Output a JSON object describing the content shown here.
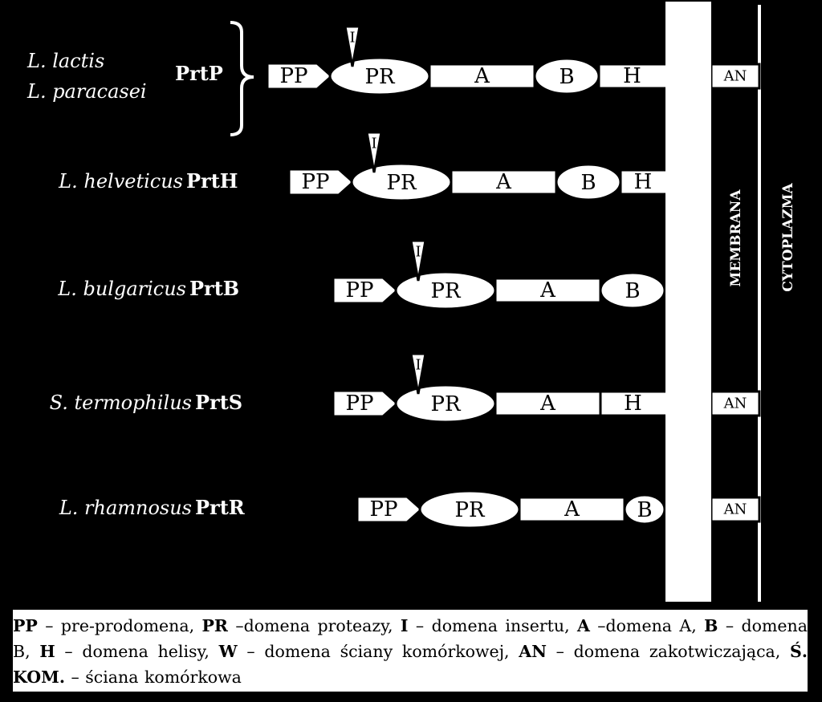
{
  "labels": {
    "membrane": "MEMBRANA",
    "cytoplasm": "CYTOPLAZMA",
    "insert": "I"
  },
  "proteins": [
    {
      "organisms": [
        "L. lactis",
        "L. paracasei"
      ],
      "protein": "PrtP",
      "domains": [
        "PP",
        "PR",
        "A",
        "B",
        "H"
      ],
      "insert": true,
      "anchor": "AN"
    },
    {
      "organisms": [
        "L. helveticus"
      ],
      "protein": "PrtH",
      "domains": [
        "PP",
        "PR",
        "A",
        "B",
        "H"
      ],
      "insert": true,
      "anchor": ""
    },
    {
      "organisms": [
        "L. bulgaricus"
      ],
      "protein": "PrtB",
      "domains": [
        "PP",
        "PR",
        "A",
        "B"
      ],
      "insert": true,
      "anchor": ""
    },
    {
      "organisms": [
        "S. termophilus"
      ],
      "protein": "PrtS",
      "domains": [
        "PP",
        "PR",
        "A",
        "H"
      ],
      "insert": true,
      "anchor": "AN"
    },
    {
      "organisms": [
        "L. rhamnosus"
      ],
      "protein": "PrtR",
      "domains": [
        "PP",
        "PR",
        "A",
        "B"
      ],
      "insert": false,
      "anchor": "AN"
    }
  ],
  "legend": [
    {
      "term": "PP",
      "desc": " – pre-prodomena, "
    },
    {
      "term": "PR",
      "desc": " –domena proteazy, "
    },
    {
      "term": "I",
      "desc": " – domena insertu, "
    },
    {
      "term": "A",
      "desc": " –domena A, "
    },
    {
      "term": "B",
      "desc": " – domena B, "
    },
    {
      "term": "H",
      "desc": " – domena helisy, "
    },
    {
      "term": "W",
      "desc": " – domena ściany komórkowej, "
    },
    {
      "term": "AN",
      "desc": " – domena zakotwiczająca, "
    },
    {
      "term": "Ś. KOM.",
      "desc": " – ściana komórkowa"
    }
  ],
  "colors": {
    "background": "#000000",
    "foreground": "#ffffff",
    "outline": "#000000"
  }
}
